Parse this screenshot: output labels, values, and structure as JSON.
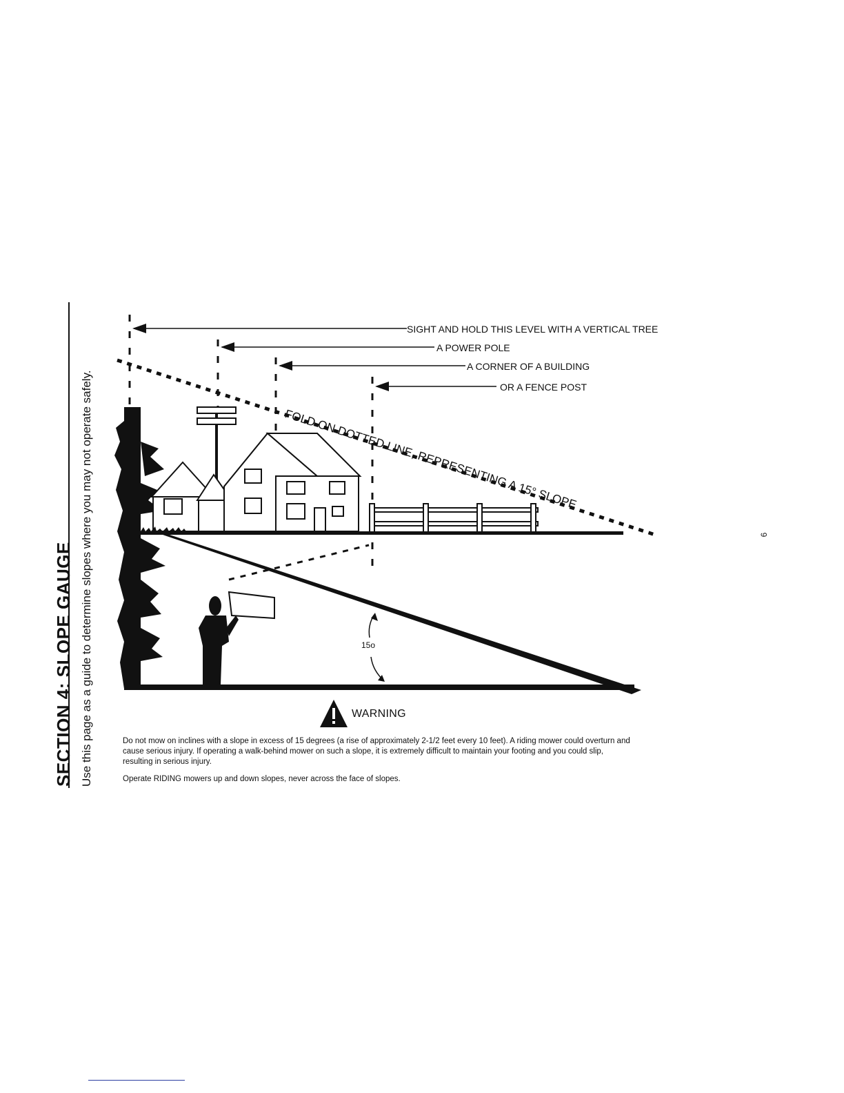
{
  "section": {
    "title": "SECTION 4:  SLOPE GAUGE",
    "subtitle": "Use this page as a guide to determine slopes where you may not operate safely."
  },
  "page_number": "6",
  "diagram": {
    "sight_labels": [
      "SIGHT AND HOLD THIS LEVEL WITH A VERTICAL TREE",
      "A POWER POLE",
      "A CORNER OF A BUILDING",
      "OR A FENCE POST"
    ],
    "fold_label": "FOLD ON DOTTED LINE, REPRESENTING A 15° SLOPE",
    "angle_label": "15o"
  },
  "warning": {
    "heading": "WARNING",
    "paragraphs": [
      "Do not mow on inclines with a slope in excess of 15 degrees (a rise of approximately 2-1/2 feet every 10 feet). A riding mower could overturn and cause serious injury. If operating a walk-behind mower on such a slope, it is extremely difficult to maintain your footing and you could slip, resulting in serious injury.",
      "Operate RIDING mowers up and down slopes, never across the face of slopes."
    ]
  },
  "colors": {
    "ink": "#111111",
    "footer_rule": "#2a3ca0"
  }
}
